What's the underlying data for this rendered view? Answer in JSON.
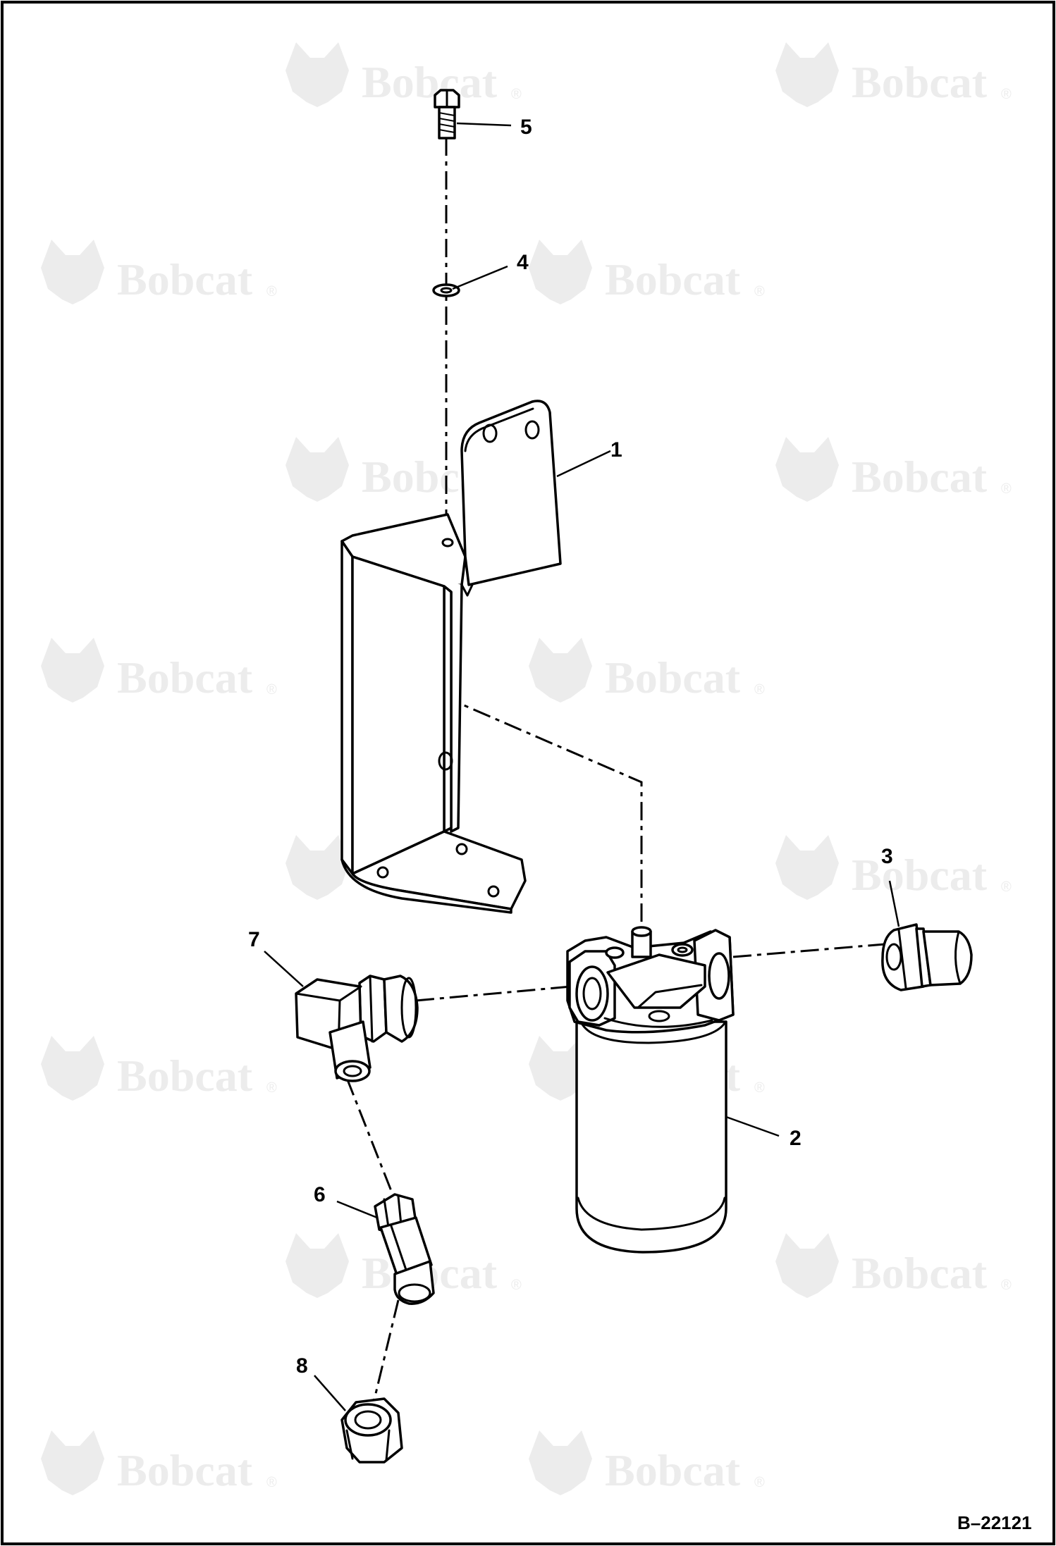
{
  "watermark": {
    "text": "Bobcat",
    "mark": "®",
    "logo": "bobcat-head-logo"
  },
  "callouts": [
    {
      "id": "callout-5",
      "label": "5"
    },
    {
      "id": "callout-4",
      "label": "4"
    },
    {
      "id": "callout-1",
      "label": "1"
    },
    {
      "id": "callout-3",
      "label": "3"
    },
    {
      "id": "callout-7",
      "label": "7"
    },
    {
      "id": "callout-2",
      "label": "2"
    },
    {
      "id": "callout-6",
      "label": "6"
    },
    {
      "id": "callout-8",
      "label": "8"
    }
  ],
  "drawing_id": "B–22121",
  "colors": {
    "line": "#000000",
    "watermark": "#ececec",
    "background": "#ffffff"
  }
}
